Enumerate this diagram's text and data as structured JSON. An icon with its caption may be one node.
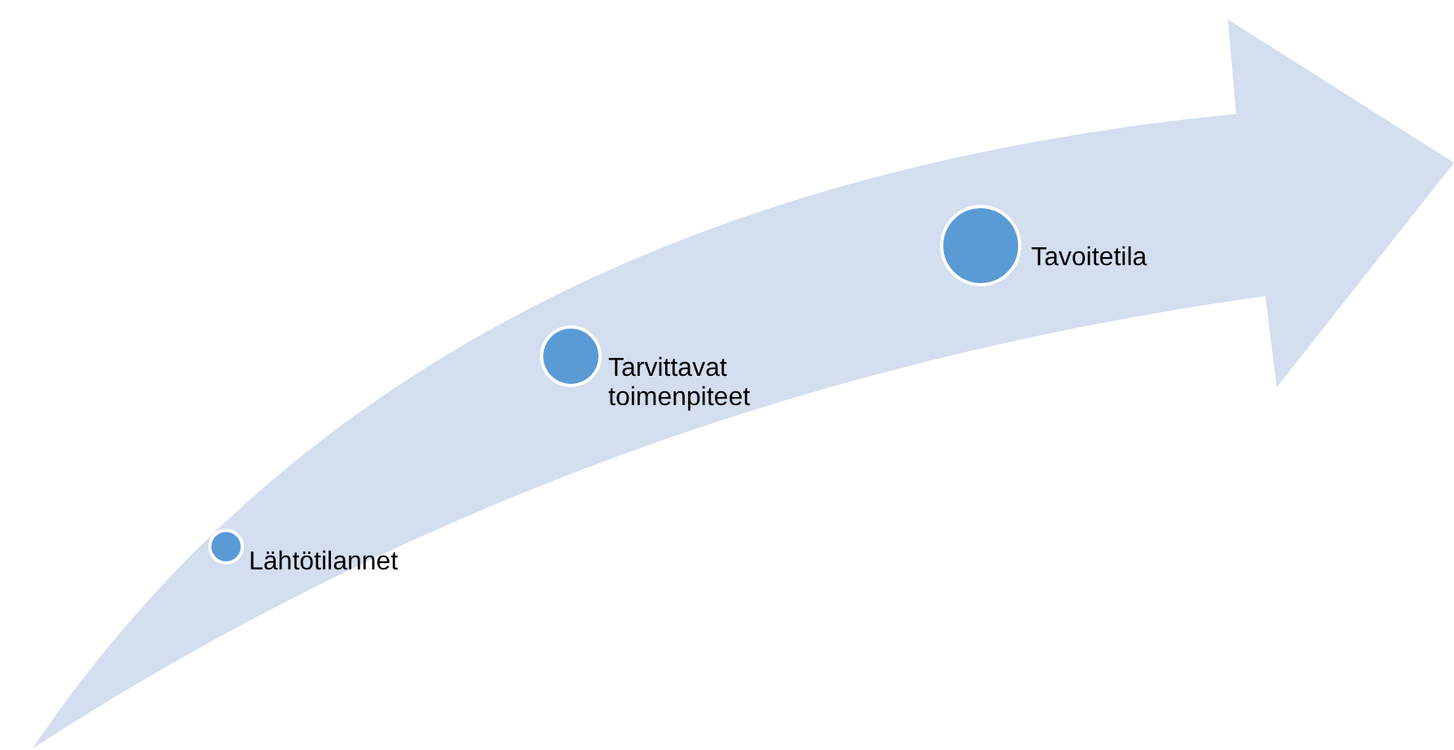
{
  "diagram": {
    "nodes": [
      {
        "text": [],
        "shape": "circle",
        "beside": [
          "Lähtötilannet"
        ]
      },
      {
        "text": [],
        "shape": "circle",
        "beside": [
          "Tarvittavat toimenpiteet"
        ]
      },
      {
        "text": [],
        "shape": "circle",
        "beside": [
          "Tavoitetila"
        ]
      }
    ]
  }
}
